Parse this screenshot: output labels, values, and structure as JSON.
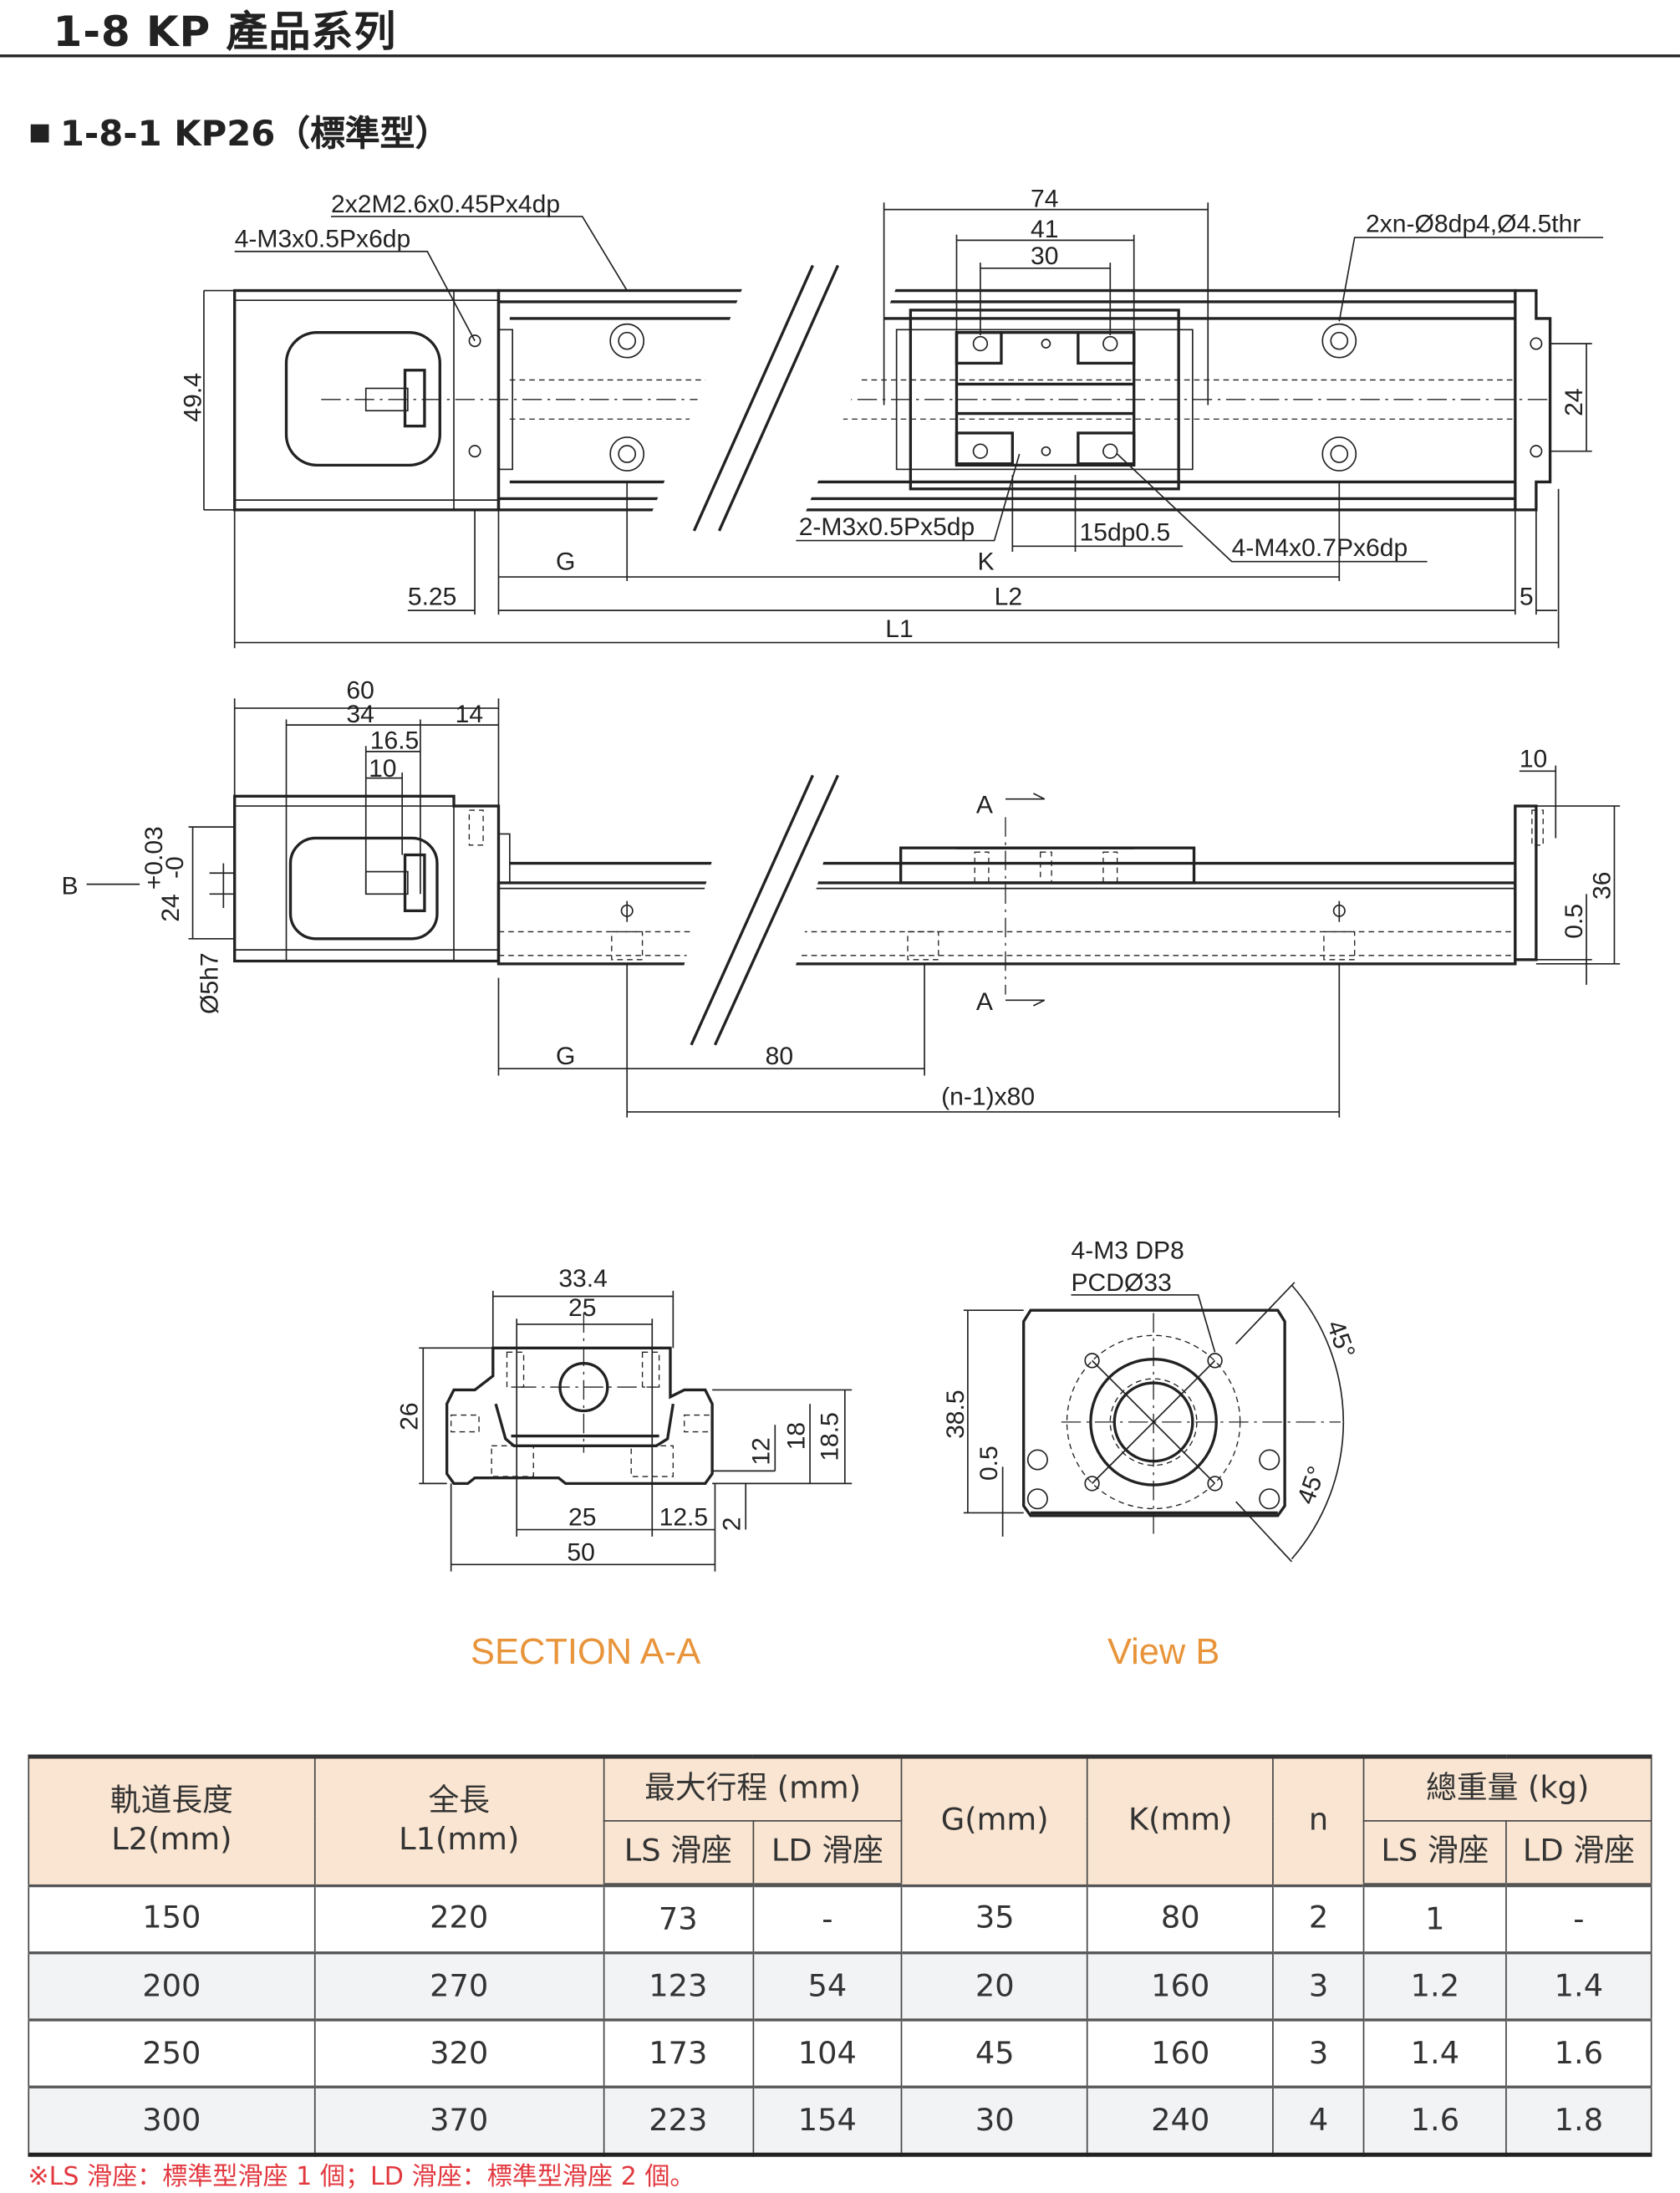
{
  "header": {
    "title": "1-8 KP 產品系列",
    "subtitle": "1-8-1 KP26（標準型）"
  },
  "top_view": {
    "callout_m26": "2x2M2.6x0.45Px4dp",
    "callout_m3": "4-M3x0.5Px6dp",
    "dim_74": "74",
    "dim_41": "41",
    "dim_30": "30",
    "callout_holes": "2xn-Ø8dp4,Ø4.5thr",
    "dim_49_4": "49.4",
    "dim_24": "24",
    "callout_m3_5dp": "2-M3x0.5Px5dp",
    "dim_15dp": "15dp0.5",
    "callout_m4": "4-M4x0.7Px6dp",
    "dim_g": "G",
    "dim_k": "K",
    "dim_5_25": "5.25",
    "dim_l2": "L2",
    "dim_5": "5",
    "dim_l1": "L1"
  },
  "side_view": {
    "dim_60": "60",
    "dim_34": "34",
    "dim_14": "14",
    "dim_16_5": "16.5",
    "dim_10": "10",
    "dim_10_end": "10",
    "label_b": "B",
    "dim_24": "24",
    "tol_upper": "+0.03",
    "tol_lower": "-0",
    "dim_shaft": "Ø5h7",
    "section_a_top": "A",
    "section_a_bottom": "A",
    "dim_0_5": "0.5",
    "dim_36": "36",
    "dim_g": "G",
    "dim_80": "80",
    "dim_pitch": "(n-1)x80"
  },
  "section_aa": {
    "caption": "SECTION A-A",
    "dim_33_4": "33.4",
    "dim_25_top": "25",
    "dim_26": "26",
    "dim_12": "12",
    "dim_18": "18",
    "dim_18_5": "18.5",
    "dim_25_bottom": "25",
    "dim_12_5": "12.5",
    "dim_2": "2",
    "dim_50": "50"
  },
  "view_b": {
    "caption": "View B",
    "callout_1": "4-M3 DP8",
    "callout_2": "PCDØ33",
    "angle_top": "45°",
    "angle_bottom": "45°",
    "dim_38_5": "38.5",
    "dim_0_5": "0.5"
  },
  "table": {
    "headers": {
      "l2": "軌道長度",
      "l2_unit": "L2(mm)",
      "l1": "全長",
      "l1_unit": "L1(mm)",
      "stroke": "最大行程 (mm)",
      "g": "G(mm)",
      "k": "K(mm)",
      "n": "n",
      "weight": "總重量 (kg)",
      "ls": "LS 滑座",
      "ld": "LD 滑座",
      "ls2": "LS 滑座",
      "ld2": "LD 滑座"
    },
    "rows": [
      [
        "150",
        "220",
        "73",
        "-",
        "35",
        "80",
        "2",
        "1",
        "-"
      ],
      [
        "200",
        "270",
        "123",
        "54",
        "20",
        "160",
        "3",
        "1.2",
        "1.4"
      ],
      [
        "250",
        "320",
        "173",
        "104",
        "45",
        "160",
        "3",
        "1.4",
        "1.6"
      ],
      [
        "300",
        "370",
        "223",
        "154",
        "30",
        "240",
        "4",
        "1.6",
        "1.8"
      ]
    ]
  },
  "note": "※LS 滑座：標準型滑座 1 個；LD 滑座：標準型滑座 2 個。",
  "colors": {
    "header_bg": "#f9e5d1",
    "caption": "#e8943a",
    "note": "#e2383f",
    "alt_row": "#f2f3f5"
  }
}
